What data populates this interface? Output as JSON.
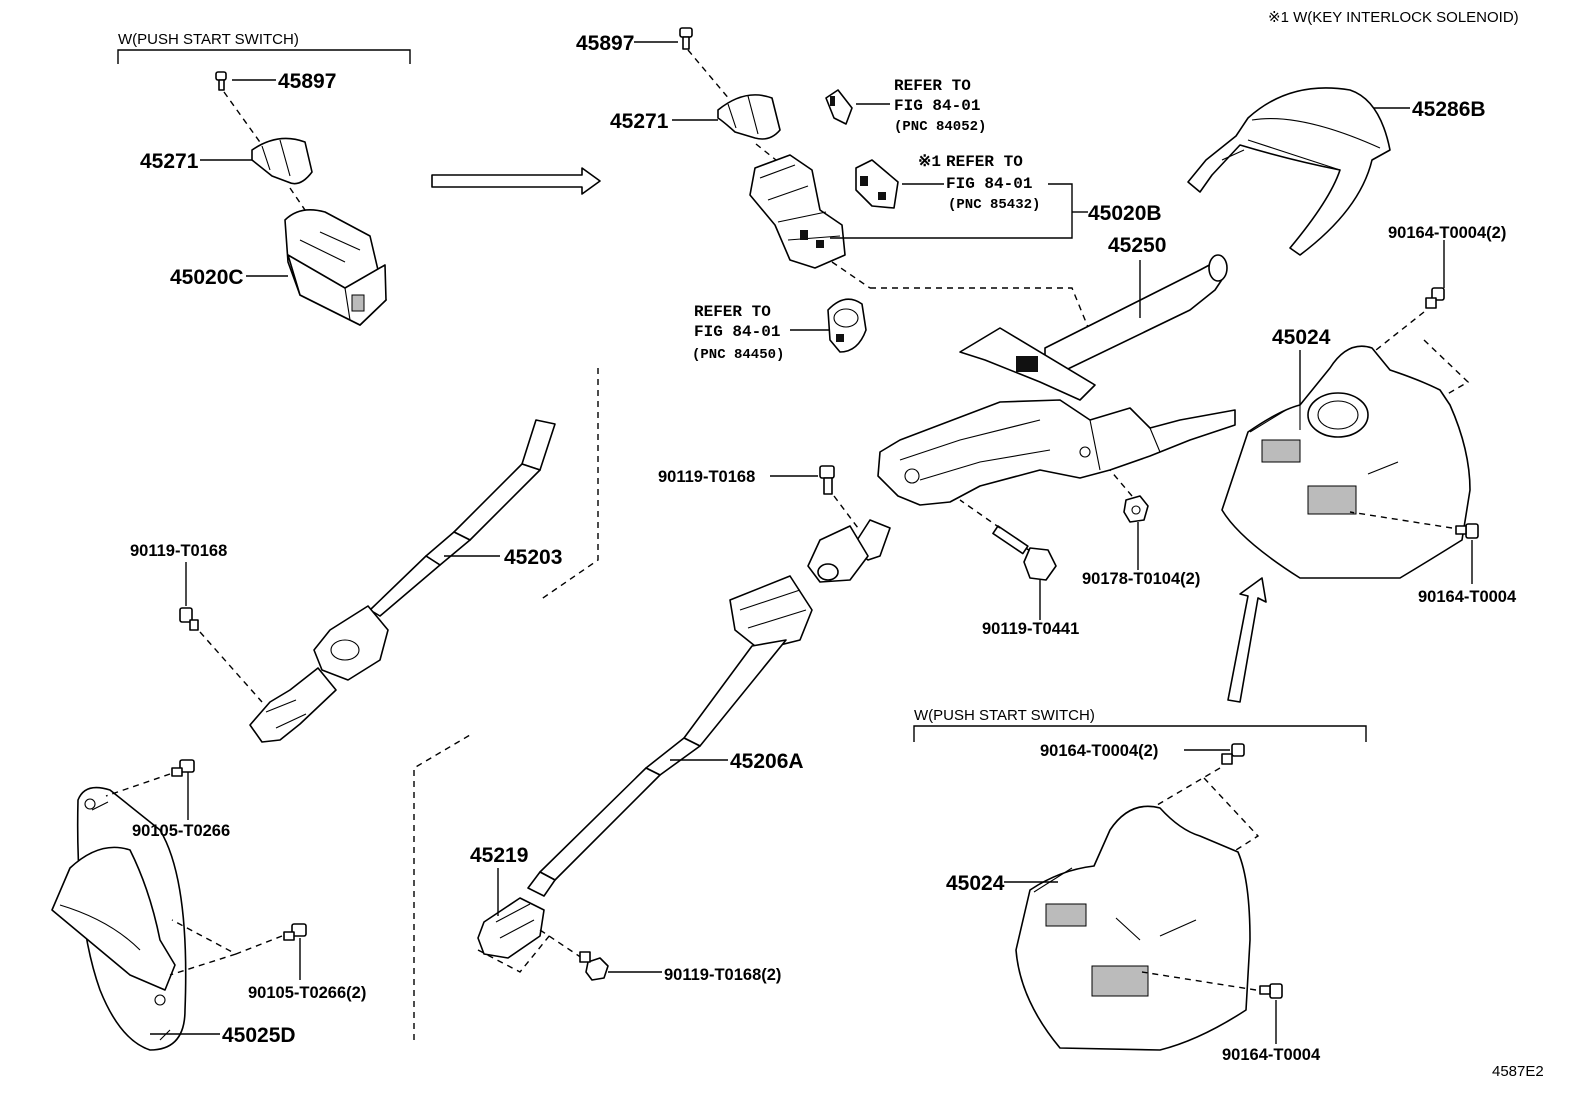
{
  "labels": {
    "key_interlock_note": "※1 W(KEY INTERLOCK SOLENOID)",
    "push_start_top": "W(PUSH START SWITCH)",
    "push_start_bottom": "W(PUSH START SWITCH)",
    "p45897_left": "45897",
    "p45271_left": "45271",
    "p45020c": "45020C",
    "p45897_top": "45897",
    "p45271_top": "45271",
    "refer1_line1": "REFER TO",
    "refer1_line2": "FIG 84-01",
    "refer1_line3": "(PNC 84052)",
    "refer2_mark": "※1",
    "refer2_line1": "REFER TO",
    "refer2_line2": "FIG 84-01",
    "refer2_line3": "(PNC 85432)",
    "p45020b": "45020B",
    "refer3_line1": "REFER TO",
    "refer3_line2": "FIG 84-01",
    "refer3_line3": "(PNC 84450)",
    "p45286b": "45286B",
    "p45250": "45250",
    "p90164_t0004_2_top": "90164-T0004(2)",
    "p45024_right": "45024",
    "p90119_t0168_mid": "90119-T0168",
    "p90119_t0168_left": "90119-T0168",
    "p45203": "45203",
    "p90178_t0104_2": "90178-T0104(2)",
    "p90119_t0441": "90119-T0441",
    "p90164_t0004_right": "90164-T0004",
    "p45206a": "45206A",
    "p90105_t0266": "90105-T0266",
    "p45219": "45219",
    "p90164_t0004_2_bottom": "90164-T0004(2)",
    "p45024_bottom": "45024",
    "p90105_t0266_2": "90105-T0266(2)",
    "p90119_t0168_2": "90119-T0168(2)",
    "p45025d": "45025D",
    "p90164_t0004_bottom": "90164-T0004",
    "figure_code": "4587E2"
  }
}
